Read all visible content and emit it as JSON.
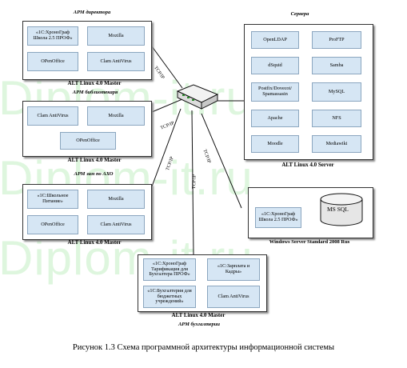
{
  "title_director": "АРМ директора",
  "title_servers": "Сервера",
  "title_library": "АРМ библиотекаря",
  "title_aho": "АРМ зам по АХО",
  "title_accounting": "АРМ бухгалтерии",
  "watermark": "Diplom-it.ru",
  "director": {
    "apps": [
      "«1С:ХроноГраф Школа 2.5 ПРОФ»",
      "Mozilla",
      "OPenOffice",
      "Clam AntiVirus"
    ],
    "os": "ALT Linux 4.0 Master"
  },
  "library": {
    "apps": [
      "Clam AntiVirus",
      "Mozilla",
      "OPenOffice"
    ],
    "os": "ALT Linux 4.0 Master"
  },
  "aho": {
    "apps": [
      "«1С:Школьное Питание»",
      "Mozilla",
      "OPenOffice",
      "Clam AntiVirus"
    ],
    "os": "ALT Linux 4.0 Master"
  },
  "servers": {
    "apps": [
      "OpenLDAP",
      "ProFTP",
      "dSquid",
      "Samba",
      "Postfix/Dovecot/ Spamassasin",
      "MySQL",
      "Apache",
      "NFS",
      "Moodle",
      "Mediawiki"
    ],
    "os": "ALT Linux 4.0 Server"
  },
  "windows": {
    "app": "«1С:ХроноГраф Школа 2.5 ПРОФ»",
    "db": "MS SQL",
    "os": "Windows Server Standard 2008 Rus"
  },
  "accounting": {
    "apps": [
      "«1С:ХроноГраф Тарификация для Бухгалтера ПРОФ»",
      "«1С:Зарплата и Кадры»",
      "«1С:Бухгалтерия для бюджетных учреждений»",
      "Clam AntiVirus"
    ],
    "os": "ALT Linux 4.0 Master"
  },
  "protocol": "TCP/IP",
  "caption": "Рисунок 1.3 Схема программной архитектуры информационной системы"
}
